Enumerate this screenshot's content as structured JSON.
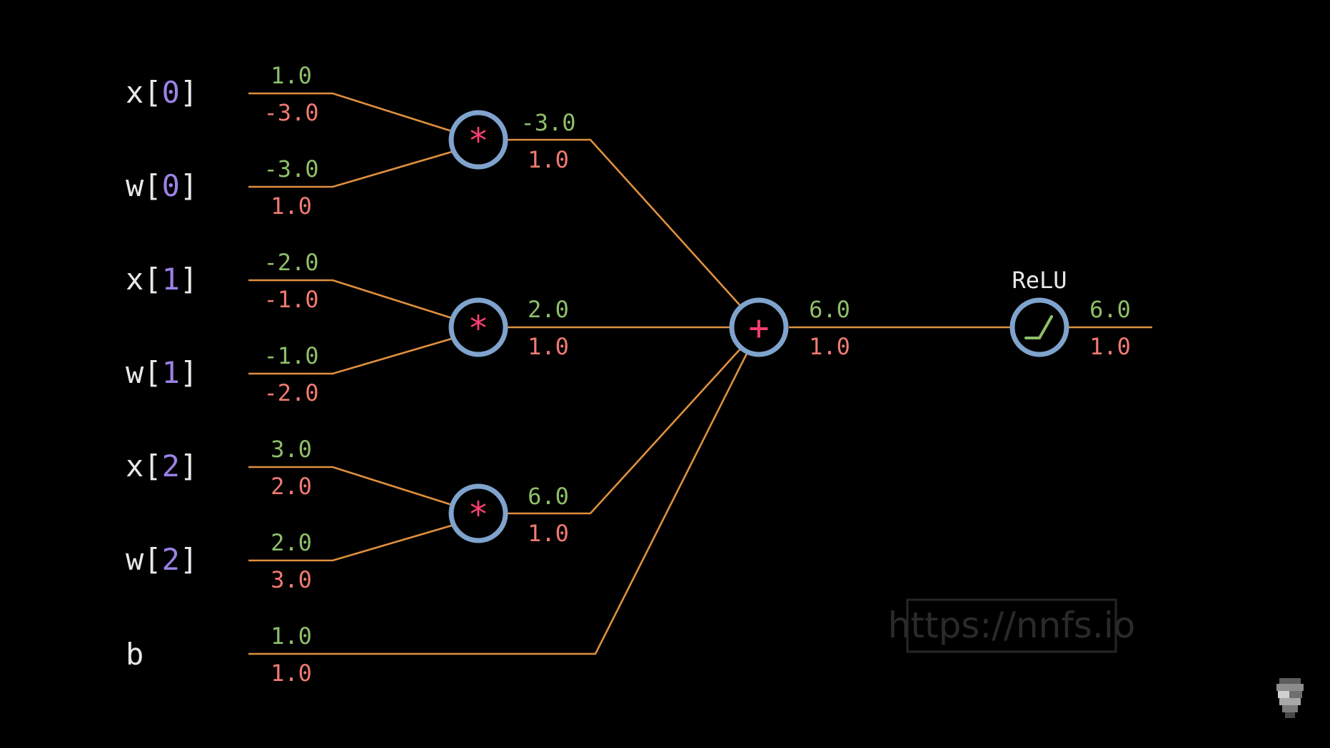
{
  "inputs": [
    {
      "name": "x",
      "index": "0",
      "forward": "1.0",
      "grad": "-3.0"
    },
    {
      "name": "w",
      "index": "0",
      "forward": "-3.0",
      "grad": "1.0"
    },
    {
      "name": "x",
      "index": "1",
      "forward": "-2.0",
      "grad": "-1.0"
    },
    {
      "name": "w",
      "index": "1",
      "forward": "-1.0",
      "grad": "-2.0"
    },
    {
      "name": "x",
      "index": "2",
      "forward": "3.0",
      "grad": "2.0"
    },
    {
      "name": "w",
      "index": "2",
      "forward": "2.0",
      "grad": "3.0"
    }
  ],
  "bias": {
    "name": "b",
    "forward": "1.0",
    "grad": "1.0"
  },
  "mul_nodes": [
    {
      "op": "*",
      "forward": "-3.0",
      "grad": "1.0"
    },
    {
      "op": "*",
      "forward": "2.0",
      "grad": "1.0"
    },
    {
      "op": "*",
      "forward": "6.0",
      "grad": "1.0"
    }
  ],
  "sum_node": {
    "op": "+",
    "forward": "6.0",
    "grad": "1.0"
  },
  "relu_node": {
    "title": "ReLU",
    "forward": "6.0",
    "grad": "1.0"
  },
  "watermark": "https://nnfs.io",
  "colors": {
    "wire": "#e0913e",
    "node_ring": "#7fa3cd",
    "operator": "#ff3f70",
    "forward_value": "#8fbf6a",
    "gradient_value": "#f07a72",
    "index": "#9b82e6"
  },
  "icons": {
    "avatar": "pixel-face-icon",
    "relu": "relu-graph-icon"
  }
}
